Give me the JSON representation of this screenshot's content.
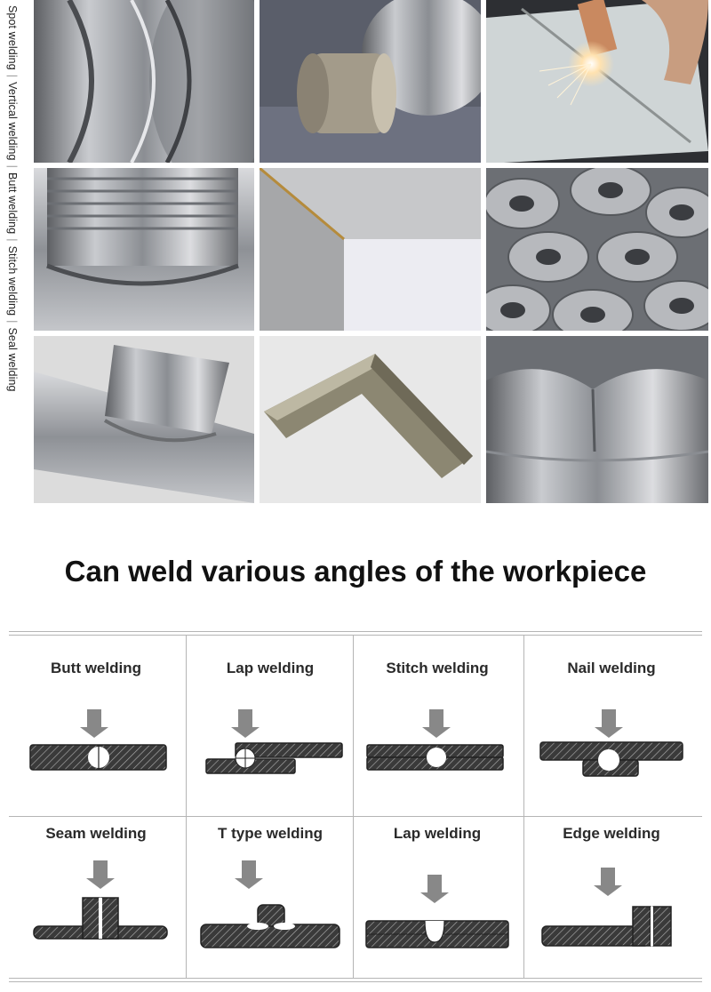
{
  "side_labels": [
    "Spot welding",
    "Vertical welding",
    "Butt welding",
    "Stitch welding",
    "Seal welding"
  ],
  "heading": "Can weld various angles of the workpiece",
  "cells": [
    {
      "label": "Butt welding",
      "icon": "butt-weld-diagram-icon"
    },
    {
      "label": "Lap welding",
      "icon": "lap-weld-diagram-icon"
    },
    {
      "label": "Stitch welding",
      "icon": "stitch-weld-diagram-icon"
    },
    {
      "label": "Nail welding",
      "icon": "nail-weld-diagram-icon"
    },
    {
      "label": "Seam welding",
      "icon": "seam-weld-diagram-icon"
    },
    {
      "label": "T type welding",
      "icon": "t-type-weld-diagram-icon"
    },
    {
      "label": "Lap welding",
      "icon": "lap-groove-weld-diagram-icon"
    },
    {
      "label": "Edge welding",
      "icon": "edge-weld-diagram-icon"
    }
  ],
  "colors": {
    "arrow": "#888888",
    "plate_fill": "#3a3a3a",
    "weld_nugget": "#ffffff"
  }
}
